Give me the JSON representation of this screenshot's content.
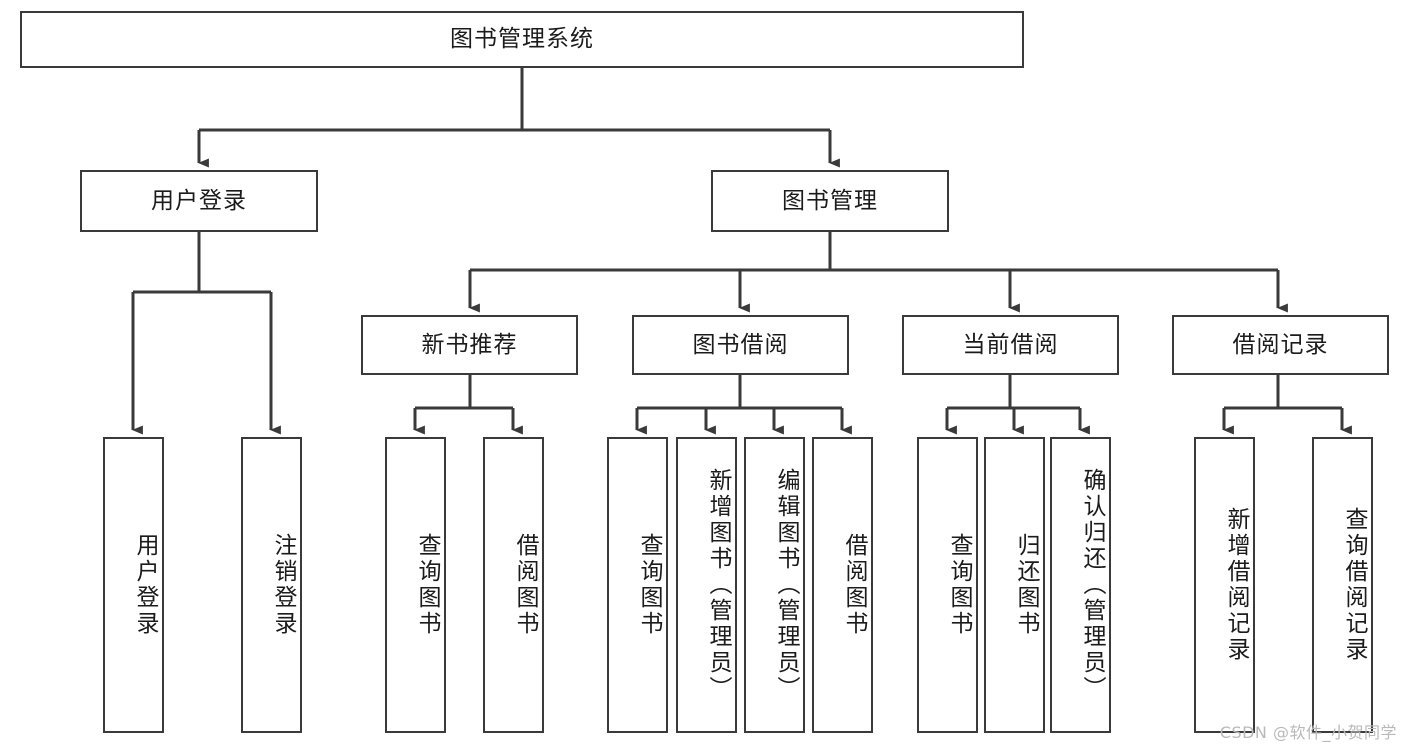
{
  "diagram": {
    "kind": "tree",
    "title": "图书管理系统",
    "watermark": "CSDN @软件_小贺同学",
    "colors": {
      "box_border": "#3a3a3a",
      "box_fill": "#ffffff",
      "edge": "#3a3a3a",
      "text": "#1b1b1b",
      "watermark": "#b9b9b9"
    },
    "nodes": {
      "root": {
        "label": "图书管理系统",
        "orientation": "horizontal"
      },
      "level2": [
        {
          "id": "user-login",
          "label": "用户登录",
          "orientation": "horizontal"
        },
        {
          "id": "book-management",
          "label": "图书管理",
          "orientation": "horizontal"
        }
      ],
      "level3": [
        {
          "id": "new-book-recommend",
          "label": "新书推荐",
          "orientation": "horizontal"
        },
        {
          "id": "book-borrow",
          "label": "图书借阅",
          "orientation": "horizontal"
        },
        {
          "id": "current-borrow",
          "label": "当前借阅",
          "orientation": "horizontal"
        },
        {
          "id": "borrow-record",
          "label": "借阅记录",
          "orientation": "horizontal"
        }
      ],
      "leaves": {
        "user_login": [
          {
            "id": "leaf-user-login",
            "label": "用户登录",
            "orientation": "vertical"
          },
          {
            "id": "leaf-logout-login",
            "label": "注销登录",
            "orientation": "vertical"
          }
        ],
        "new_book_recommend": [
          {
            "id": "leaf-query-book-1",
            "label": "查询图书",
            "orientation": "vertical"
          },
          {
            "id": "leaf-borrow-book-1",
            "label": "借阅图书",
            "orientation": "vertical"
          }
        ],
        "book_borrow": [
          {
            "id": "leaf-query-book-2",
            "label": "查询图书",
            "orientation": "vertical"
          },
          {
            "id": "leaf-add-book",
            "label": "新增图书（管理员）",
            "orientation": "vertical"
          },
          {
            "id": "leaf-edit-book",
            "label": "编辑图书（管理员）",
            "orientation": "vertical"
          },
          {
            "id": "leaf-borrow-book-2",
            "label": "借阅图书",
            "orientation": "vertical"
          }
        ],
        "current_borrow": [
          {
            "id": "leaf-query-book-3",
            "label": "查询图书",
            "orientation": "vertical"
          },
          {
            "id": "leaf-return-book",
            "label": "归还图书",
            "orientation": "vertical"
          },
          {
            "id": "leaf-confirm-return",
            "label": "确认归还（管理员）",
            "orientation": "vertical"
          }
        ],
        "borrow_record": [
          {
            "id": "leaf-add-record",
            "label": "新增借阅记录",
            "orientation": "vertical"
          },
          {
            "id": "leaf-query-record",
            "label": "查询借阅记录",
            "orientation": "vertical"
          }
        ]
      }
    }
  }
}
